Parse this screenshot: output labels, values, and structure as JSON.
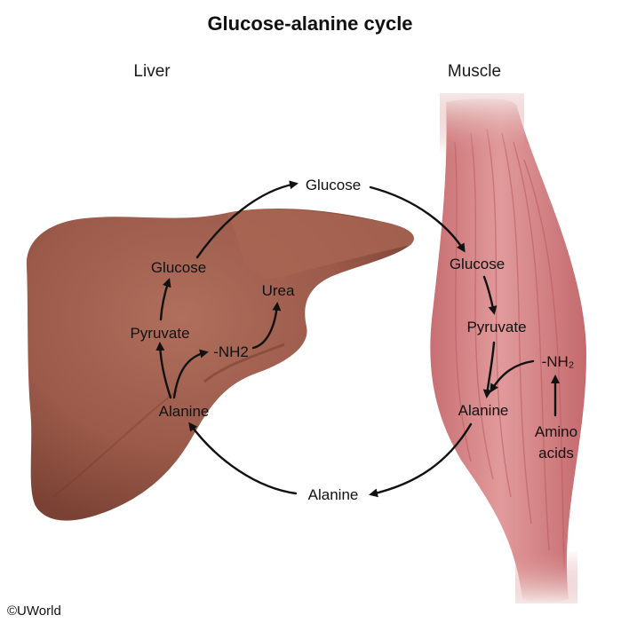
{
  "title": "Glucose-alanine cycle",
  "organs": {
    "liver": "Liver",
    "muscle": "Muscle"
  },
  "cycle": {
    "top_glucose": "Glucose",
    "bottom_alanine": "Alanine"
  },
  "liver_pathway": {
    "glucose": "Glucose",
    "pyruvate": "Pyruvate",
    "alanine": "Alanine",
    "nh2": "-NH2",
    "urea": "Urea"
  },
  "muscle_pathway": {
    "glucose": "Glucose",
    "pyruvate": "Pyruvate",
    "alanine": "Alanine",
    "nh2": "-NH₂",
    "amino_line1": "Amino",
    "amino_line2": "acids"
  },
  "copyright": "©UWorld",
  "colors": {
    "liver": "#9b5a4a",
    "liver_dark": "#7d4335",
    "muscle": "#d98a8c",
    "muscle_stripe": "#b8595e",
    "text": "#111111"
  }
}
